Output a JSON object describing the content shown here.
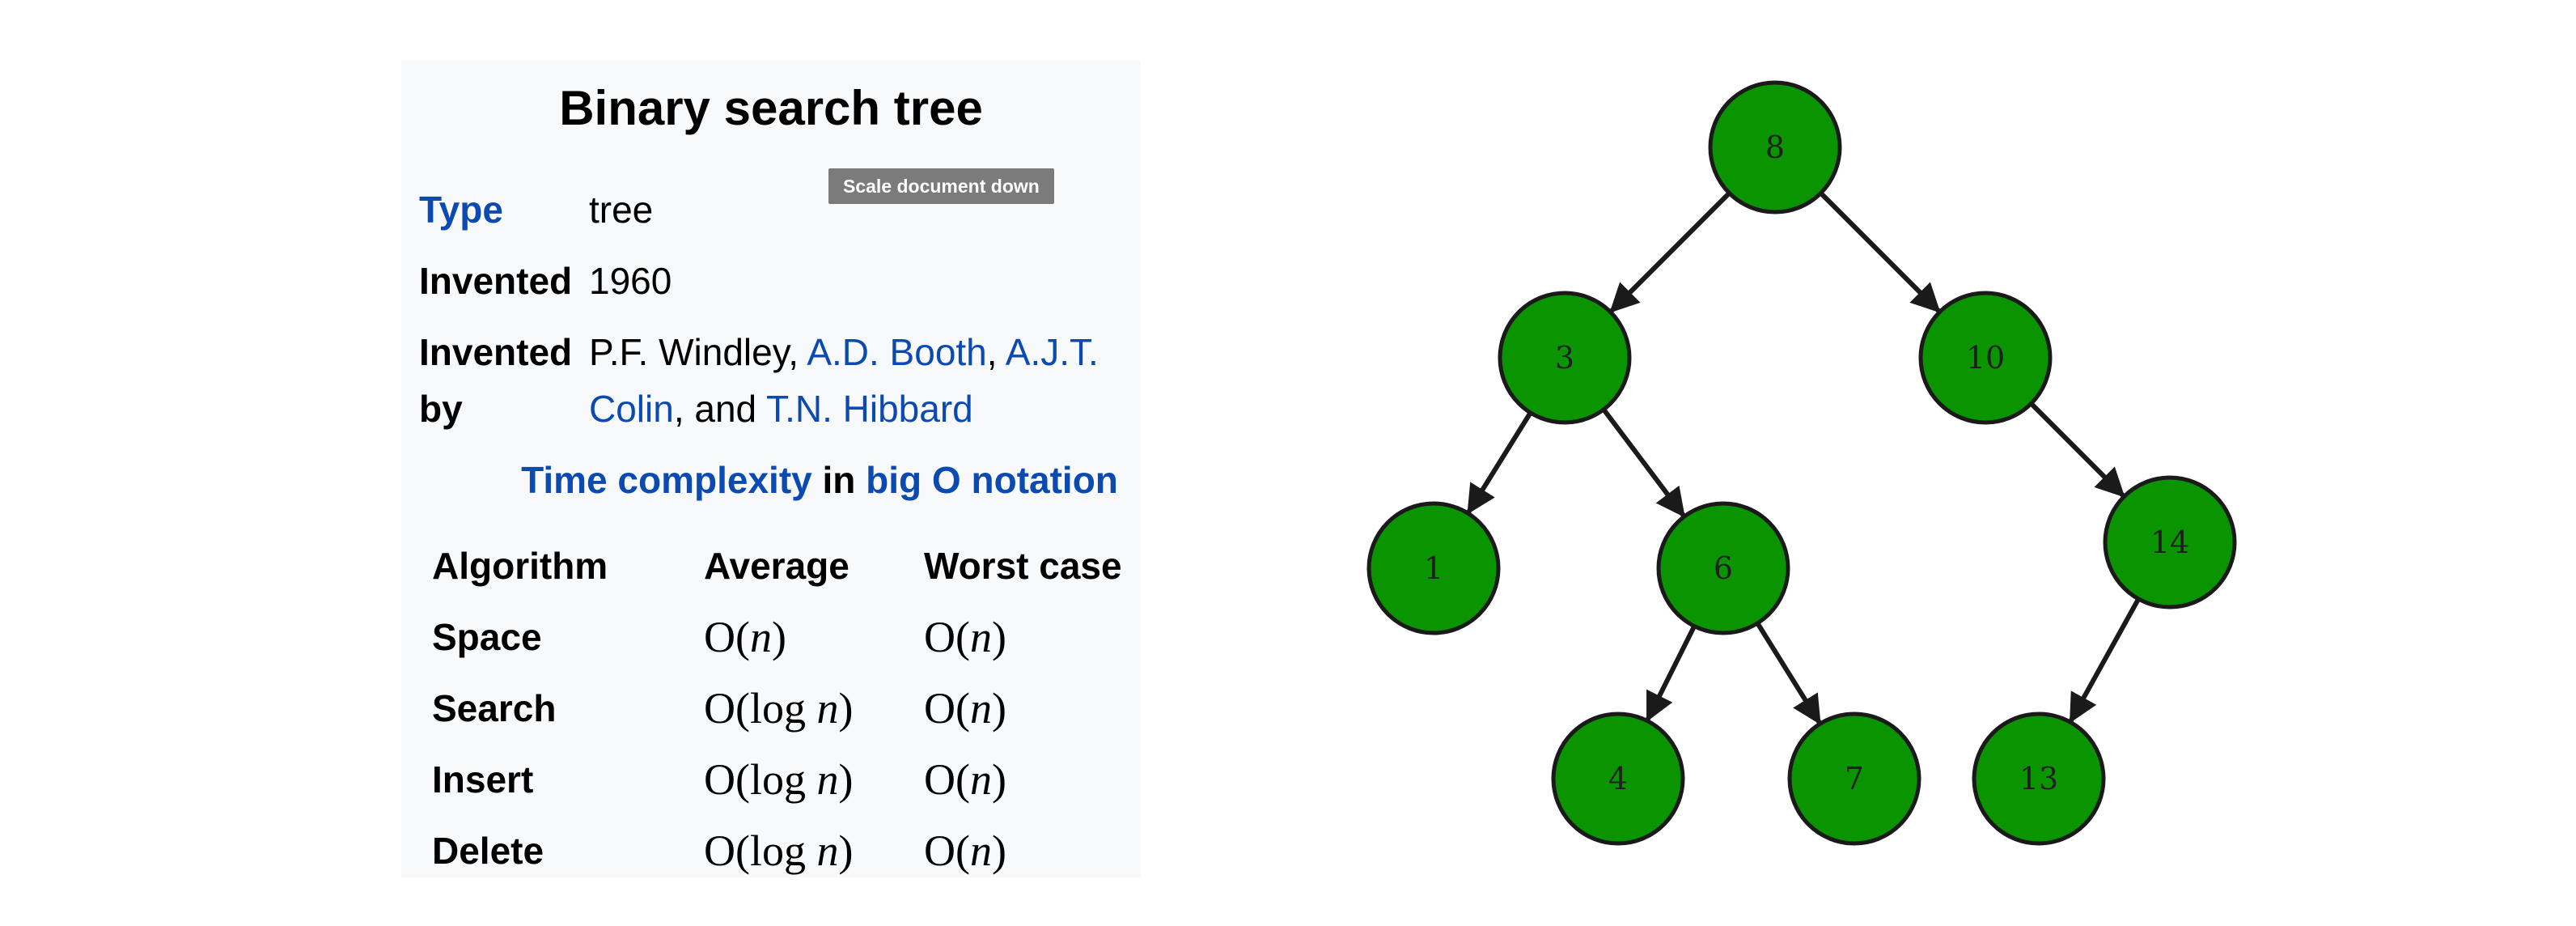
{
  "infobox": {
    "title": "Binary search tree",
    "rows": [
      {
        "label": "Type",
        "value_parts": [
          "tree"
        ]
      },
      {
        "label": "Invented",
        "value_parts": [
          "1960"
        ]
      },
      {
        "label_line1": "Invented",
        "label_line2": "by",
        "value_line1": [
          "P.F. Windley, ",
          "A.D. Booth",
          ", ",
          "A.J.T."
        ],
        "value_line2": [
          "Colin",
          ", and ",
          "T.N. Hibbard"
        ]
      }
    ],
    "time_complexity": {
      "heading_parts": [
        "Time complexity",
        " in ",
        "big O notation"
      ],
      "columns": [
        "Algorithm",
        "Average",
        "Worst case"
      ],
      "rows": [
        {
          "name": "Space",
          "average": [
            "O(",
            "n",
            ")"
          ],
          "worst": [
            "O(",
            "n",
            ")"
          ]
        },
        {
          "name": "Search",
          "average": [
            "O(log ",
            "n",
            ")"
          ],
          "worst": [
            "O(",
            "n",
            ")"
          ]
        },
        {
          "name": "Insert",
          "average": [
            "O(log ",
            "n",
            ")"
          ],
          "worst": [
            "O(",
            "n",
            ")"
          ]
        },
        {
          "name": "Delete",
          "average": [
            "O(log ",
            "n",
            ")"
          ],
          "worst": [
            "O(",
            "n",
            ")"
          ]
        }
      ]
    }
  },
  "tooltip": {
    "text": "Scale document down"
  },
  "colors": {
    "link": "#0b4ab0",
    "node_fill": "#0a9400",
    "node_stroke": "#1a1a1a",
    "infobox_bg": "#f8f9fa"
  },
  "tree": {
    "nodes": [
      "8",
      "3",
      "10",
      "1",
      "6",
      "14",
      "4",
      "7",
      "13"
    ],
    "edges": [
      [
        "8",
        "3"
      ],
      [
        "8",
        "10"
      ],
      [
        "3",
        "1"
      ],
      [
        "3",
        "6"
      ],
      [
        "10",
        "14"
      ],
      [
        "6",
        "4"
      ],
      [
        "6",
        "7"
      ],
      [
        "14",
        "13"
      ]
    ]
  }
}
